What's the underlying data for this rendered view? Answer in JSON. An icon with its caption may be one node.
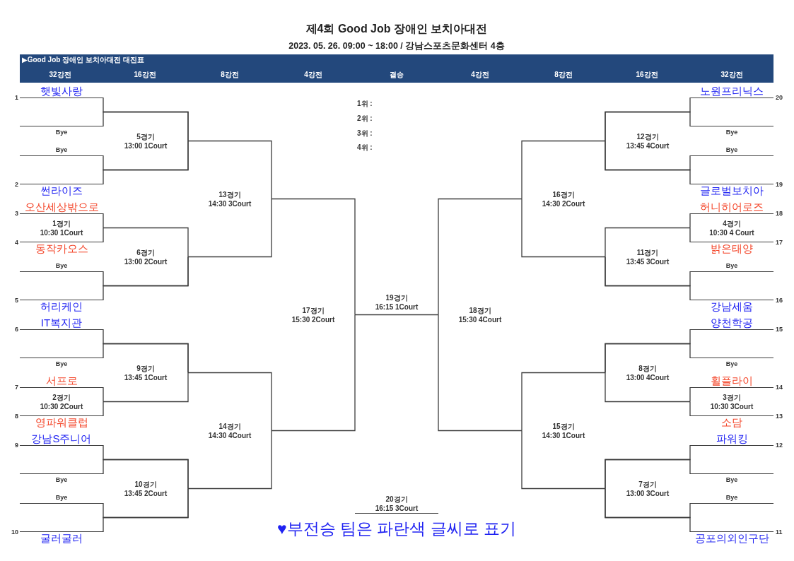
{
  "diagram": {
    "title": "제4회 Good Job 장애인 보치아대전",
    "nodes": [
      {
        "text": [
          "햇빛사랑"
        ],
        "beside": [
          "1"
        ]
      },
      {
        "text": [
          "Bye"
        ]
      },
      {
        "text": [
          "Bye"
        ]
      },
      {
        "text": [
          "썬라이즈"
        ],
        "beside": [
          "2"
        ]
      },
      {
        "text": [
          "오산세상밖으로"
        ],
        "beside": [
          "3"
        ]
      },
      {
        "text": [
          "동작카오스"
        ],
        "beside": [
          "4"
        ]
      },
      {
        "text": [
          "Bye"
        ]
      },
      {
        "text": [
          "허리케인"
        ],
        "beside": [
          "5"
        ]
      },
      {
        "text": [
          "IT복지관"
        ],
        "beside": [
          "6"
        ]
      },
      {
        "text": [
          "Bye"
        ]
      },
      {
        "text": [
          "서프로"
        ],
        "beside": [
          "7"
        ]
      },
      {
        "text": [
          "영파워클럽"
        ],
        "beside": [
          "8"
        ]
      },
      {
        "text": [
          "강남S주니어"
        ],
        "beside": [
          "9"
        ]
      },
      {
        "text": [
          "Bye"
        ]
      },
      {
        "text": [
          "Bye"
        ]
      },
      {
        "text": [
          "굴러굴러"
        ],
        "beside": [
          "10"
        ]
      },
      {
        "text": [
          "노원프리닉스"
        ],
        "beside": [
          "20"
        ]
      },
      {
        "text": [
          "Bye"
        ]
      },
      {
        "text": [
          "Bye"
        ]
      },
      {
        "text": [
          "글로벌보치아"
        ],
        "beside": [
          "19"
        ]
      },
      {
        "text": [
          "허니히어로즈"
        ],
        "beside": [
          "18"
        ]
      },
      {
        "text": [
          "밝은태양"
        ],
        "beside": [
          "17"
        ]
      },
      {
        "text": [
          "Bye"
        ]
      },
      {
        "text": [
          "강남세움"
        ],
        "beside": [
          "16"
        ]
      },
      {
        "text": [
          "양천학공"
        ],
        "beside": [
          "15"
        ]
      },
      {
        "text": [
          "Bye"
        ]
      },
      {
        "text": [
          "휠플라이"
        ],
        "beside": [
          "14"
        ]
      },
      {
        "text": [
          "소담"
        ],
        "beside": [
          "13"
        ]
      },
      {
        "text": [
          "파워킹"
        ],
        "beside": [
          "12"
        ]
      },
      {
        "text": [
          "Bye"
        ]
      },
      {
        "text": [
          "Bye"
        ]
      },
      {
        "text": [
          "공포의외인구단"
        ],
        "beside": [
          "11"
        ]
      },
      {
        "text": [
          "1경기",
          "10:30 1Court"
        ]
      },
      {
        "text": [
          "2경기",
          "10:30 2Court"
        ]
      },
      {
        "text": [
          "3경기",
          "10:30 3Court"
        ]
      },
      {
        "text": [
          "4경기",
          "10:30 4 Court"
        ]
      },
      {
        "text": [
          "5경기",
          "13:00 1Court"
        ]
      },
      {
        "text": [
          "6경기",
          "13:00 2Court"
        ]
      },
      {
        "text": [
          "7경기",
          "13:00 3Court"
        ]
      },
      {
        "text": [
          "8경기",
          "13:00 4Court"
        ]
      },
      {
        "text": [
          "9경기",
          "13:45 1Court"
        ]
      },
      {
        "text": [
          "10경기",
          "13:45 2Court"
        ]
      },
      {
        "text": [
          "11경기",
          "13:45 3Court"
        ]
      },
      {
        "text": [
          "12경기",
          "13:45 4Court"
        ]
      },
      {
        "text": [
          "13경기",
          "14:30 3Court"
        ]
      },
      {
        "text": [
          "14경기",
          "14:30 4Court"
        ]
      },
      {
        "text": [
          "15경기",
          "14:30 1Court"
        ]
      },
      {
        "text": [
          "16경기",
          "14:30 2Court"
        ]
      },
      {
        "text": [
          "17경기",
          "15:30 2Court"
        ]
      },
      {
        "text": [
          "18경기",
          "15:30 4Court"
        ]
      },
      {
        "text": [
          "19경기",
          "16:15 1Court"
        ]
      },
      {
        "text": [
          "20경기",
          "16:15 3Court"
        ]
      }
    ],
    "edges": [
      {
        "from": 0,
        "to": 36,
        "arrow": "none"
      },
      {
        "from": 1,
        "to": 36,
        "arrow": "none"
      },
      {
        "from": 2,
        "to": 36,
        "arrow": "none"
      },
      {
        "from": 3,
        "to": 36,
        "arrow": "none"
      },
      {
        "from": 4,
        "to": 32,
        "arrow": "none"
      },
      {
        "from": 5,
        "to": 32,
        "arrow": "none"
      },
      {
        "from": 32,
        "to": 37,
        "arrow": "none"
      },
      {
        "from": 6,
        "to": 37,
        "arrow": "none"
      },
      {
        "from": 7,
        "to": 37,
        "arrow": "none"
      },
      {
        "from": 8,
        "to": 40,
        "arrow": "none"
      },
      {
        "from": 9,
        "to": 40,
        "arrow": "none"
      },
      {
        "from": 10,
        "to": 33,
        "arrow": "none"
      },
      {
        "from": 11,
        "to": 33,
        "arrow": "none"
      },
      {
        "from": 33,
        "to": 40,
        "arrow": "none"
      },
      {
        "from": 12,
        "to": 41,
        "arrow": "none"
      },
      {
        "from": 13,
        "to": 41,
        "arrow": "none"
      },
      {
        "from": 14,
        "to": 41,
        "arrow": "none"
      },
      {
        "from": 15,
        "to": 41,
        "arrow": "none"
      },
      {
        "from": 36,
        "to": 44,
        "arrow": "none"
      },
      {
        "from": 37,
        "to": 44,
        "arrow": "none"
      },
      {
        "from": 40,
        "to": 45,
        "arrow": "none"
      },
      {
        "from": 41,
        "to": 45,
        "arrow": "none"
      },
      {
        "from": 44,
        "to": 48,
        "arrow": "none"
      },
      {
        "from": 45,
        "to": 48,
        "arrow": "none"
      },
      {
        "from": 16,
        "to": 43,
        "arrow": "none"
      },
      {
        "from": 17,
        "to": 43,
        "arrow": "none"
      },
      {
        "from": 18,
        "to": 43,
        "arrow": "none"
      },
      {
        "from": 19,
        "to": 43,
        "arrow": "none"
      },
      {
        "from": 20,
        "to": 35,
        "arrow": "none"
      },
      {
        "from": 21,
        "to": 35,
        "arrow": "none"
      },
      {
        "from": 35,
        "to": 42,
        "arrow": "none"
      },
      {
        "from": 22,
        "to": 42,
        "arrow": "none"
      },
      {
        "from": 23,
        "to": 42,
        "arrow": "none"
      },
      {
        "from": 24,
        "to": 39,
        "arrow": "none"
      },
      {
        "from": 25,
        "to": 39,
        "arrow": "none"
      },
      {
        "from": 26,
        "to": 34,
        "arrow": "none"
      },
      {
        "from": 27,
        "to": 34,
        "arrow": "none"
      },
      {
        "from": 34,
        "to": 39,
        "arrow": "none"
      },
      {
        "from": 28,
        "to": 38,
        "arrow": "none"
      },
      {
        "from": 29,
        "to": 38,
        "arrow": "none"
      },
      {
        "from": 30,
        "to": 38,
        "arrow": "none"
      },
      {
        "from": 31,
        "to": 38,
        "arrow": "none"
      },
      {
        "from": 43,
        "to": 47,
        "arrow": "none"
      },
      {
        "from": 42,
        "to": 47,
        "arrow": "none"
      },
      {
        "from": 39,
        "to": 46,
        "arrow": "none"
      },
      {
        "from": 38,
        "to": 46,
        "arrow": "none"
      },
      {
        "from": 47,
        "to": 49,
        "arrow": "none"
      },
      {
        "from": 46,
        "to": 49,
        "arrow": "none"
      },
      {
        "from": 48,
        "to": 50,
        "arrow": "none"
      },
      {
        "from": 49,
        "to": 50,
        "arrow": "none"
      }
    ],
    "labels": [
      "2023. 05. 26. 09:00 ~ 18:00 / 강남스포츠문화센터 4층",
      "▶Good Job 장애인 보치아대전 대진표",
      "32강전",
      "16강전",
      "8강전",
      "4강전",
      "결승",
      "4강전",
      "8강전",
      "16강전",
      "32강전",
      "1위 :",
      "2위 :",
      "3위 :",
      "4위 :",
      "♥부전승 팀은 파란색 글씨로 표기"
    ]
  }
}
